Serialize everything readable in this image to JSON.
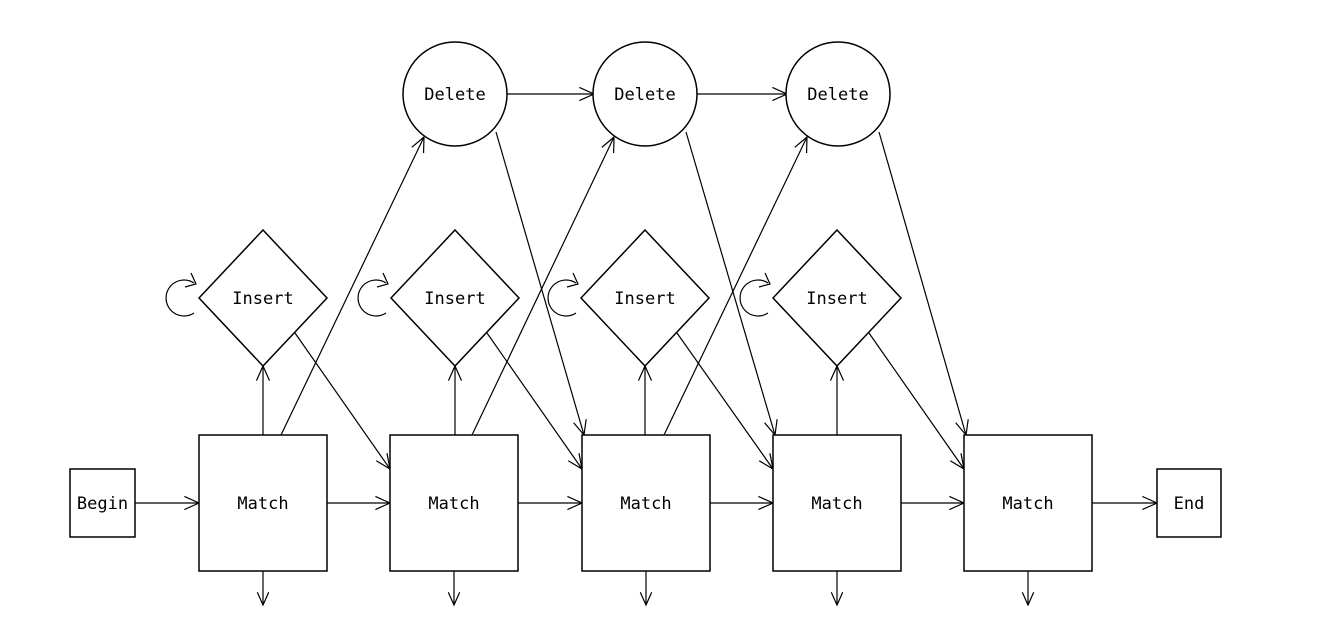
{
  "diagram": {
    "colors": {
      "stroke": "#000000",
      "background": "#ffffff"
    },
    "nodes": {
      "begin": "Begin",
      "end": "End",
      "match": [
        "Match",
        "Match",
        "Match",
        "Match",
        "Match"
      ],
      "insert": [
        "Insert",
        "Insert",
        "Insert",
        "Insert"
      ],
      "delete": [
        "Delete",
        "Delete",
        "Delete"
      ]
    }
  }
}
